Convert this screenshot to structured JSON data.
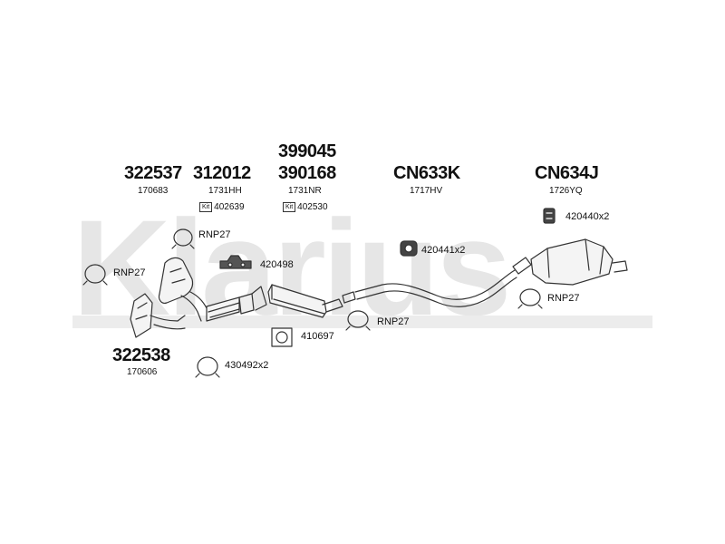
{
  "watermark": {
    "text": "Klarius"
  },
  "parts": {
    "p322537": {
      "number": "322537",
      "code": "170683"
    },
    "p312012": {
      "number": "312012",
      "code": "1731HH"
    },
    "p399045": {
      "number": "399045"
    },
    "p390168": {
      "number": "390168",
      "code": "1731NR"
    },
    "pCN633K": {
      "number": "CN633K",
      "code": "1717HV"
    },
    "pCN634J": {
      "number": "CN634J",
      "code": "1726YQ"
    },
    "p322538": {
      "number": "322538",
      "code": "170606"
    }
  },
  "kits": {
    "kit1": {
      "tag": "Kit",
      "code": "402639"
    },
    "kit2": {
      "tag": "Kit",
      "code": "402530"
    }
  },
  "fittings": {
    "rnp27_a": "RNP27",
    "rnp27_b": "RNP27",
    "rnp27_c": "RNP27",
    "rnp27_d": "RNP27",
    "f420498": "420498",
    "f420441": "420441x2",
    "f420440": "420440x2",
    "f410697": "410697",
    "f430492": "430492x2"
  },
  "colors": {
    "line": "#333333",
    "watermark": "#e6e6e6"
  }
}
